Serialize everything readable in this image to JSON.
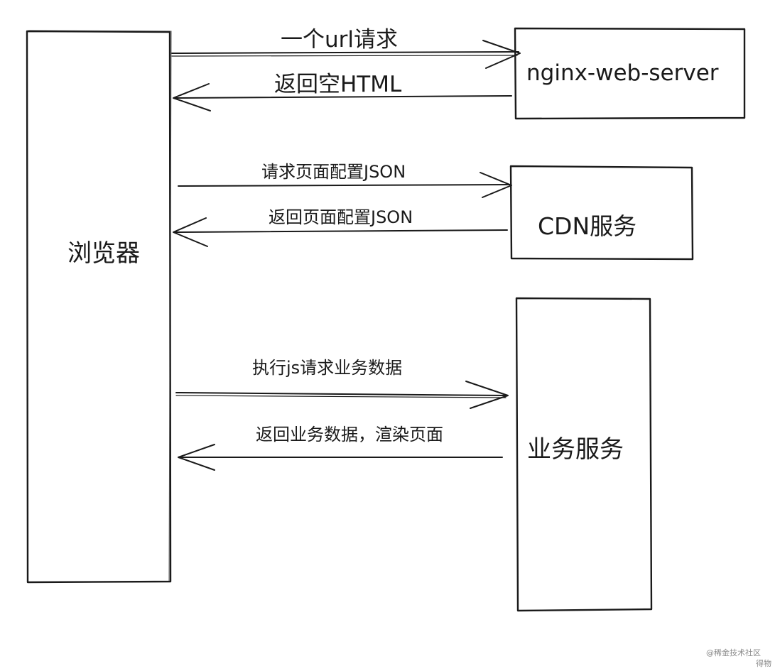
{
  "nodes": {
    "browser": "浏览器",
    "nginx": "nginx-web-server",
    "cdn": "CDN服务",
    "business": "业务服务"
  },
  "edges": {
    "url_request": "一个url请求",
    "return_html": "返回空HTML",
    "request_config": "请求页面配置JSON",
    "return_config": "返回页面配置JSON",
    "exec_js": "执行js请求业务数据",
    "return_data": "返回业务数据，渲染页面"
  },
  "watermark": {
    "site": "@稀金技术社区",
    "sub": "得物"
  }
}
